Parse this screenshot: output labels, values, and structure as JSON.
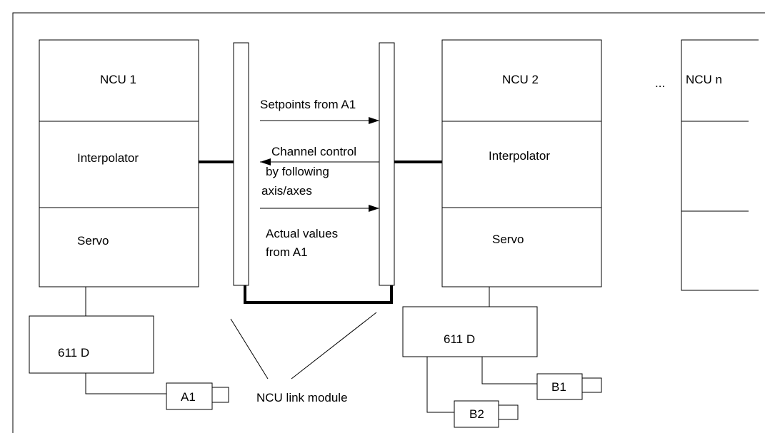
{
  "labels": {
    "ncu1": "NCU 1",
    "ncu2": "NCU 2",
    "ncun": "NCU n",
    "ellipsis": "...",
    "interpolator1": "Interpolator",
    "interpolator2": "Interpolator",
    "servo1": "Servo",
    "servo2": "Servo",
    "drive1": "611 D",
    "drive2": "611 D",
    "motor_a1": "A1",
    "motor_b1": "B1",
    "motor_b2": "B2",
    "setpoints": "Setpoints from A1",
    "channel_control": [
      "Channel control",
      "by following",
      "axis/axes"
    ],
    "actual_values": [
      "Actual values",
      "from A1"
    ],
    "link_module": "NCU link module"
  }
}
